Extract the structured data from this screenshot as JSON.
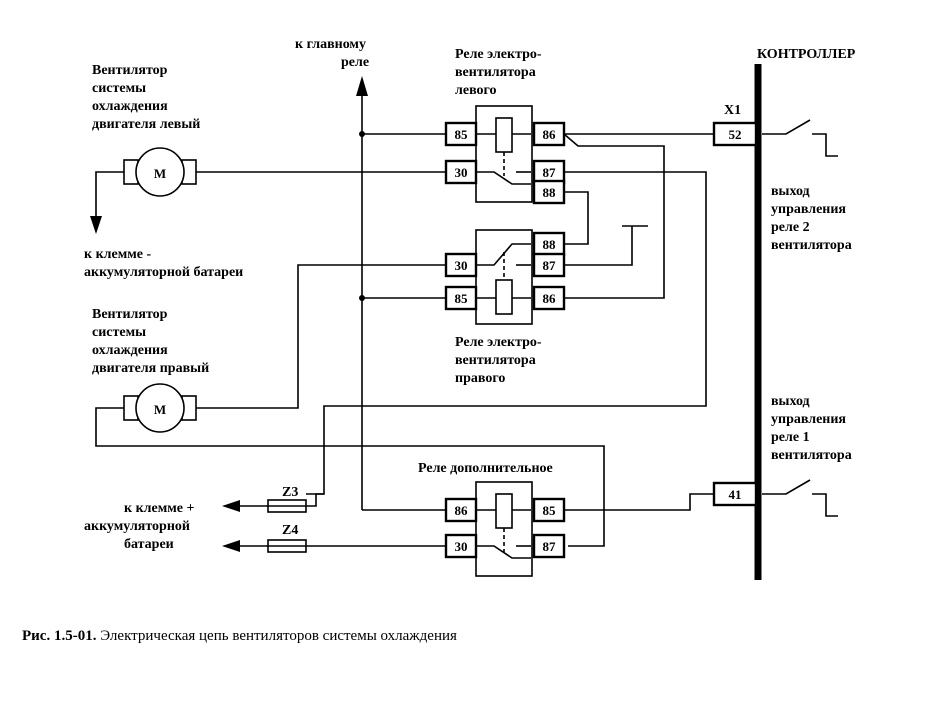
{
  "controller": {
    "title": "КОНТРОЛЛЕР",
    "connector": "X1",
    "pin_52": "52",
    "pin_41": "41"
  },
  "outputs": {
    "relay2": [
      "выход",
      "управления",
      "реле 2",
      "вентилятора"
    ],
    "relay1": [
      "выход",
      "управления",
      "реле 1",
      "вентилятора"
    ]
  },
  "main_relay": [
    "к главному",
    "реле"
  ],
  "fan_left": {
    "lines": [
      "Вентилятор",
      "системы",
      "охлаждения",
      "двигателя левый"
    ],
    "motor": "M"
  },
  "fan_right": {
    "lines": [
      "Вентилятор",
      "системы",
      "охлаждения",
      "двигателя правый"
    ],
    "motor": "M"
  },
  "battery_minus": [
    "к клемме -",
    "аккумуляторной батареи"
  ],
  "battery_plus": [
    "к клемме +",
    "аккумуляторной",
    "батареи"
  ],
  "fuses": {
    "z3": "Z3",
    "z4": "Z4"
  },
  "relay_left": {
    "title": [
      "Реле электро-",
      "вентилятора",
      "левого"
    ],
    "pins": [
      "85",
      "30",
      "86",
      "87",
      "88"
    ]
  },
  "relay_right": {
    "title": [
      "Реле электро-",
      "вентилятора",
      "правого"
    ],
    "pins": [
      "88",
      "30",
      "87",
      "85",
      "86"
    ]
  },
  "relay_extra": {
    "title": "Реле дополнительное",
    "pins": [
      "86",
      "30",
      "85",
      "87"
    ]
  },
  "caption": {
    "prefix": "Рис. 1.5-01.",
    "text": " Электрическая цепь вентиляторов системы охлаждения"
  }
}
